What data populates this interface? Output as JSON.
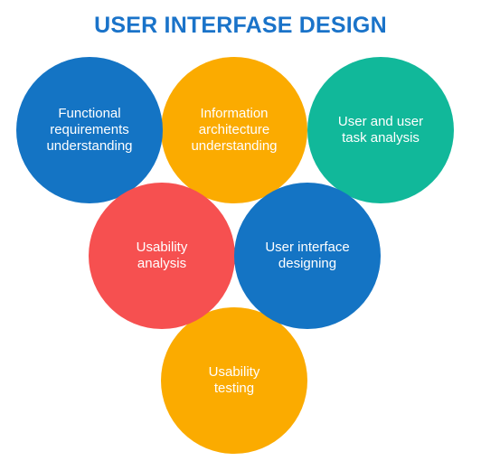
{
  "title": "USER INTERFASE DESIGN",
  "colors": {
    "title": "#1a73c9",
    "blue": "#1474c4",
    "orange": "#fbab00",
    "teal": "#11b89a",
    "red": "#f65050"
  },
  "circles": [
    {
      "label": "Functional\nrequirements\nunderstanding",
      "color": "#1474c4"
    },
    {
      "label": "Information\narchitecture\nunderstanding",
      "color": "#fbab00"
    },
    {
      "label": "User and user\ntask analysis",
      "color": "#11b89a"
    },
    {
      "label": "Usability\nanalysis",
      "color": "#f65050"
    },
    {
      "label": "User interface\ndesigning",
      "color": "#1474c4"
    },
    {
      "label": "Usability\ntesting",
      "color": "#fbab00"
    }
  ]
}
